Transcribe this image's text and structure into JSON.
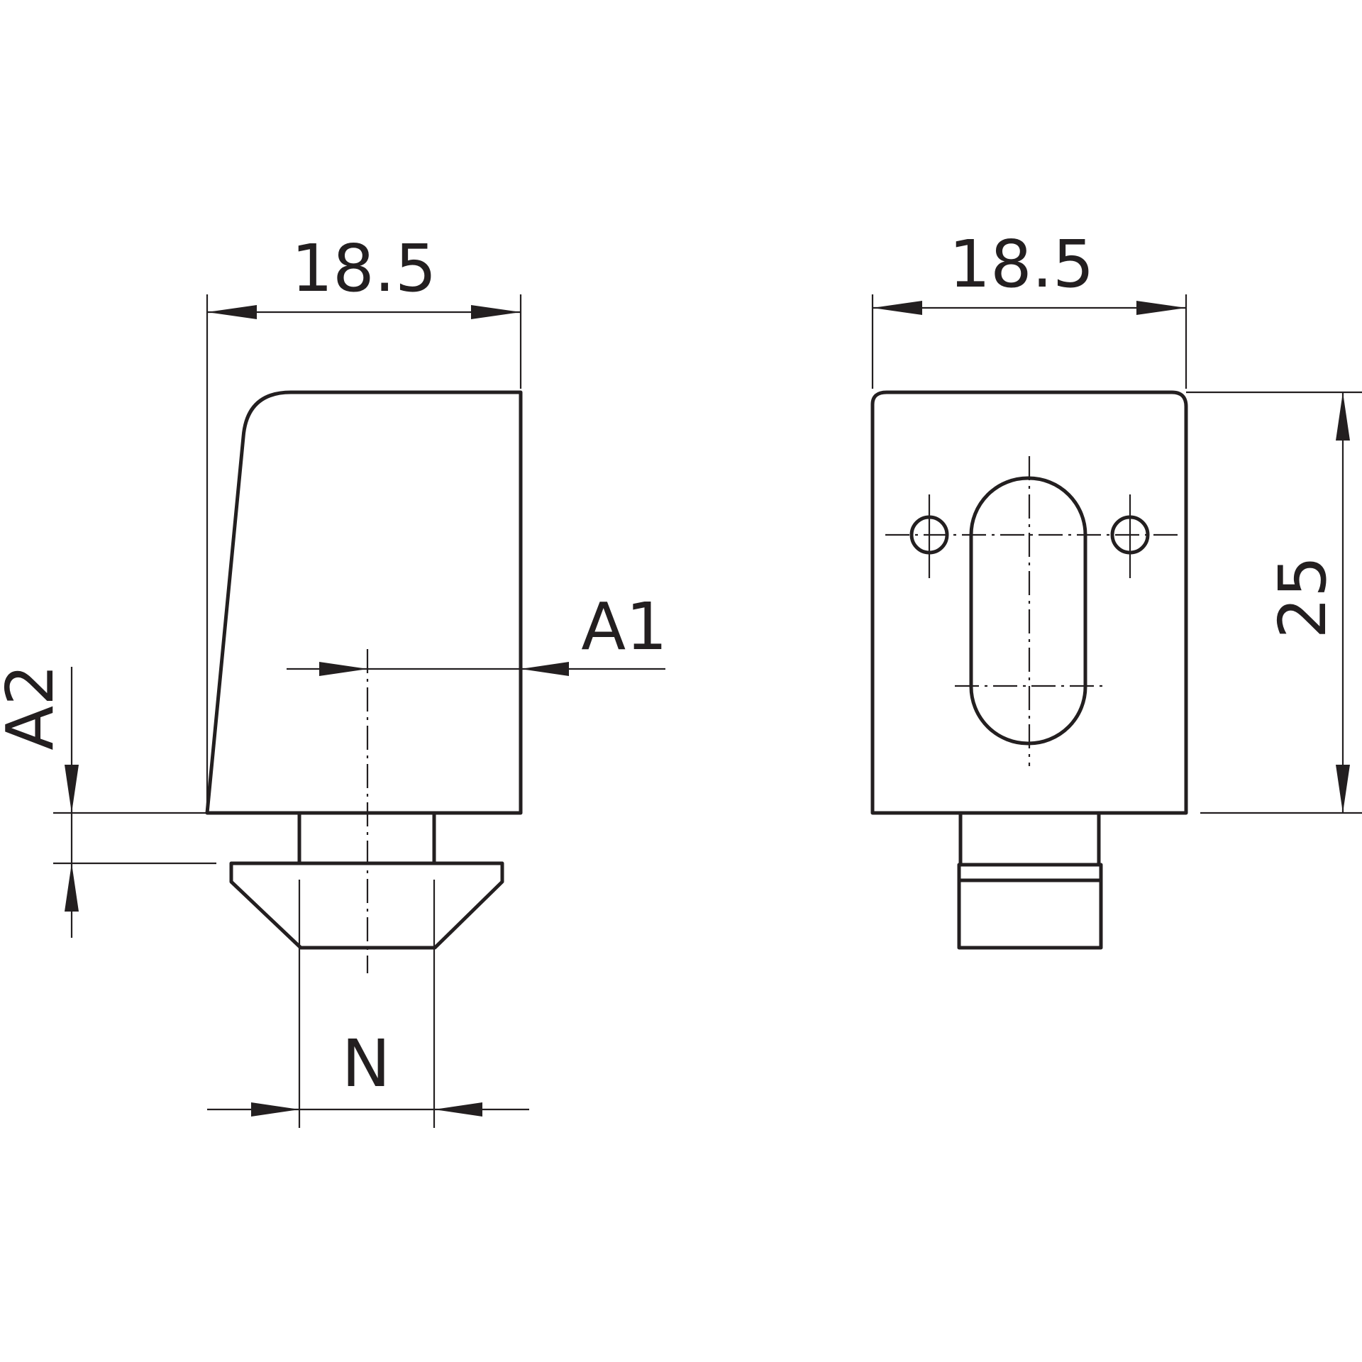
{
  "labels": {
    "side_width": "18.5",
    "front_width": "18.5",
    "height": "25",
    "a1": "A1",
    "a2": "A2",
    "n": "N"
  },
  "colors": {
    "ink": "#231f20",
    "background": "#ffffff"
  }
}
